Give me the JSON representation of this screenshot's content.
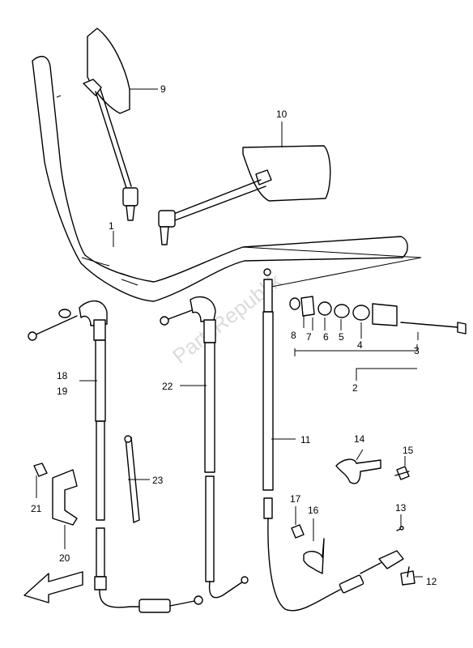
{
  "watermark": "PartsRepublik",
  "callouts": {
    "c1": "1",
    "c2": "2",
    "c3": "3",
    "c4": "4",
    "c5": "5",
    "c6": "6",
    "c7": "7",
    "c8": "8",
    "c9": "9",
    "c10": "10",
    "c11": "11",
    "c12": "12",
    "c13": "13",
    "c14": "14",
    "c15": "15",
    "c16": "16",
    "c17": "17",
    "c18": "18",
    "c19": "19",
    "c20": "20",
    "c21": "21",
    "c22": "22",
    "c23": "23"
  },
  "icons": {
    "front_arrow": "front-direction-arrow-icon"
  }
}
